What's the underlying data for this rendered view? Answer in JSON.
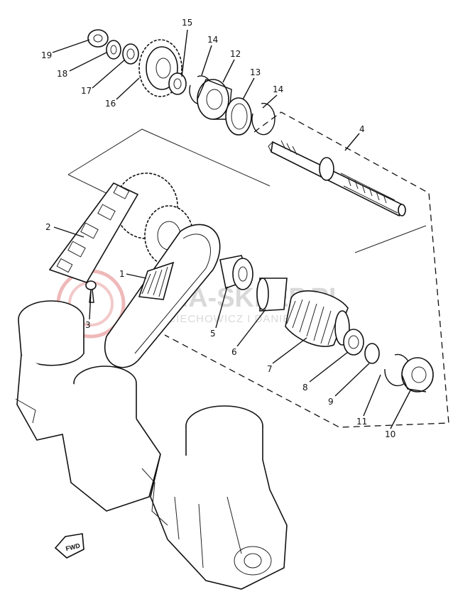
{
  "watermark": {
    "title": "AMA-SKLEP.PL",
    "subtitle": "WOJCIECHOWICZ I DANIEL YAMAHA",
    "color": "#d9d9d9",
    "logo_color": "#e9a3a3"
  },
  "fwd_label": "FWD",
  "callouts": [
    {
      "id": "19",
      "label": "19"
    },
    {
      "id": "18",
      "label": "18"
    },
    {
      "id": "17",
      "label": "17"
    },
    {
      "id": "16",
      "label": "16"
    },
    {
      "id": "15",
      "label": "15"
    },
    {
      "id": "14a",
      "label": "14"
    },
    {
      "id": "12",
      "label": "12"
    },
    {
      "id": "13",
      "label": "13"
    },
    {
      "id": "14b",
      "label": "14"
    },
    {
      "id": "4",
      "label": "4"
    },
    {
      "id": "2",
      "label": "2"
    },
    {
      "id": "1",
      "label": "1"
    },
    {
      "id": "3",
      "label": "3"
    },
    {
      "id": "5",
      "label": "5"
    },
    {
      "id": "6",
      "label": "6"
    },
    {
      "id": "7",
      "label": "7"
    },
    {
      "id": "8",
      "label": "8"
    },
    {
      "id": "9",
      "label": "9"
    },
    {
      "id": "11",
      "label": "11"
    },
    {
      "id": "10",
      "label": "10"
    }
  ]
}
